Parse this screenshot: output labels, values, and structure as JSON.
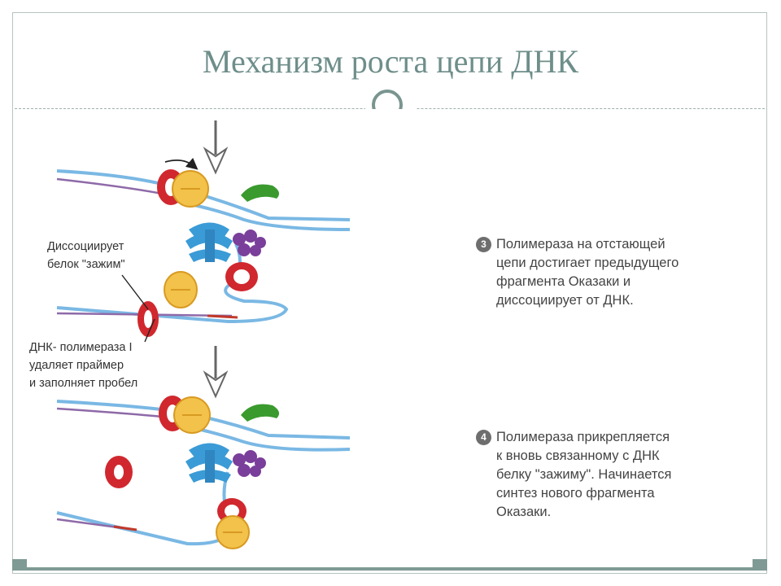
{
  "slide": {
    "title": "Механизм роста цепи ДНК"
  },
  "diagram": {
    "labels": {
      "clamp_dissociates": [
        "Диссоциирует",
        "белок \"зажим\""
      ],
      "dna_pol_1": [
        "ДНК- полимераза I",
        "удаляет праймер",
        "и заполняет пробел"
      ]
    }
  },
  "steps": [
    {
      "number": "3",
      "lines": [
        "Полимераза на отстающей",
        "цепи достигает предыдущего",
        "фрагмента Оказаки и",
        "диссоциирует от ДНК."
      ]
    },
    {
      "number": "4",
      "lines": [
        "Полимераза прикрепляется",
        "к вновь связанному с ДНК",
        "белку \"зажиму\". Начинается",
        "синтез нового фрагмента",
        "Оказаки."
      ]
    }
  ],
  "colors": {
    "dna_blue": "#79b7e3",
    "primer_red": "#c0392b",
    "clamp_red": "#d0282e",
    "helicase_yellow": "#f3c24a",
    "polymerase_blue": "#3b9bd6",
    "primase_green": "#3a9a2e",
    "protein_purple": "#7a3f9a"
  }
}
